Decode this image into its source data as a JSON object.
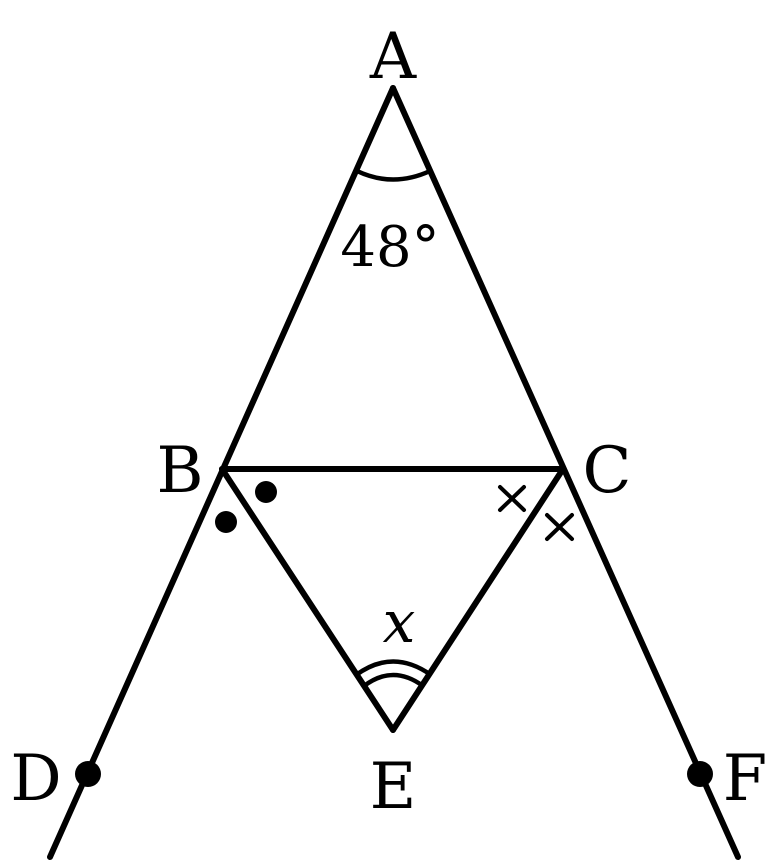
{
  "points": {
    "A": "A",
    "B": "B",
    "C": "C",
    "D": "D",
    "E": "E",
    "F": "F"
  },
  "angles": {
    "apex": "48°",
    "unknown": "x"
  }
}
